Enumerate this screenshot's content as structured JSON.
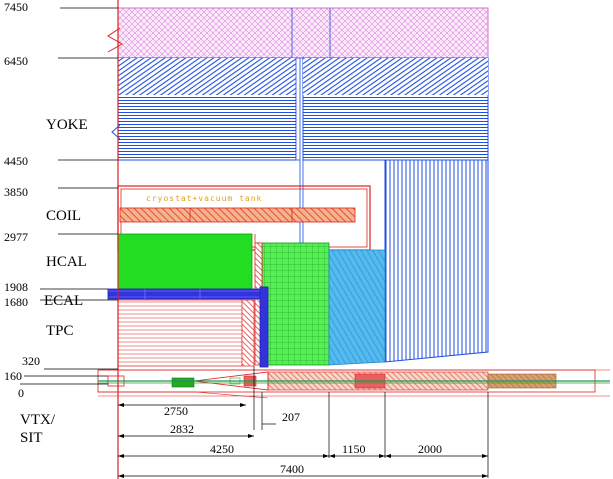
{
  "y_labels": {
    "v7450": "7450",
    "v6450": "6450",
    "v4450": "4450",
    "v3850": "3850",
    "v2977": "2977",
    "v1908": "1908",
    "v1680": "1680",
    "v320": "320",
    "v160": "160",
    "v0": "0"
  },
  "subdetectors": {
    "yoke": "YOKE",
    "coil": "COIL",
    "hcal": "HCAL",
    "ecal": "ECAL",
    "tpc": "TPC",
    "vtx_line1": "VTX/",
    "vtx_line2": "SIT"
  },
  "cryostat_label": "cryostat+vacuum tank",
  "dimensions": {
    "d2750": "2750",
    "d2832": "2832",
    "d207": "207",
    "d4250": "4250",
    "d1150": "1150",
    "d2000": "2000",
    "d7400": "7400"
  },
  "colors": {
    "yoke_blue": "#1f4fe0",
    "muon_pink": "#d070d0",
    "coil_red": "#e02020",
    "hcal_green": "#22dd22",
    "ecal_blue": "#3333dd",
    "endcap_cyan": "#33aaee",
    "tpc_red": "#e04040",
    "beam_green": "#22aa22"
  }
}
